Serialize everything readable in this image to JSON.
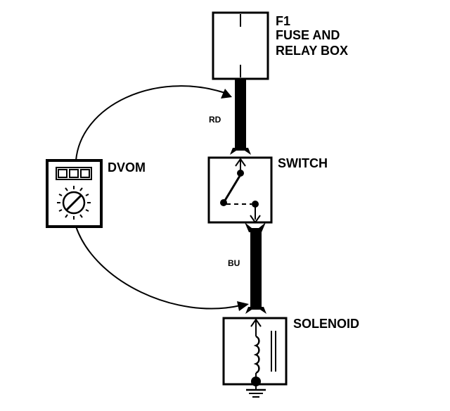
{
  "labels": {
    "fuse_id": "F1",
    "fuse_line1": "FUSE AND",
    "fuse_line2": "RELAY BOX",
    "dvom": "DVOM",
    "switch": "SWITCH",
    "solenoid": "SOLENOID",
    "wire_rd": "RD",
    "wire_bu": "BU"
  },
  "colors": {
    "ink": "#000000",
    "paper": "#ffffff"
  }
}
